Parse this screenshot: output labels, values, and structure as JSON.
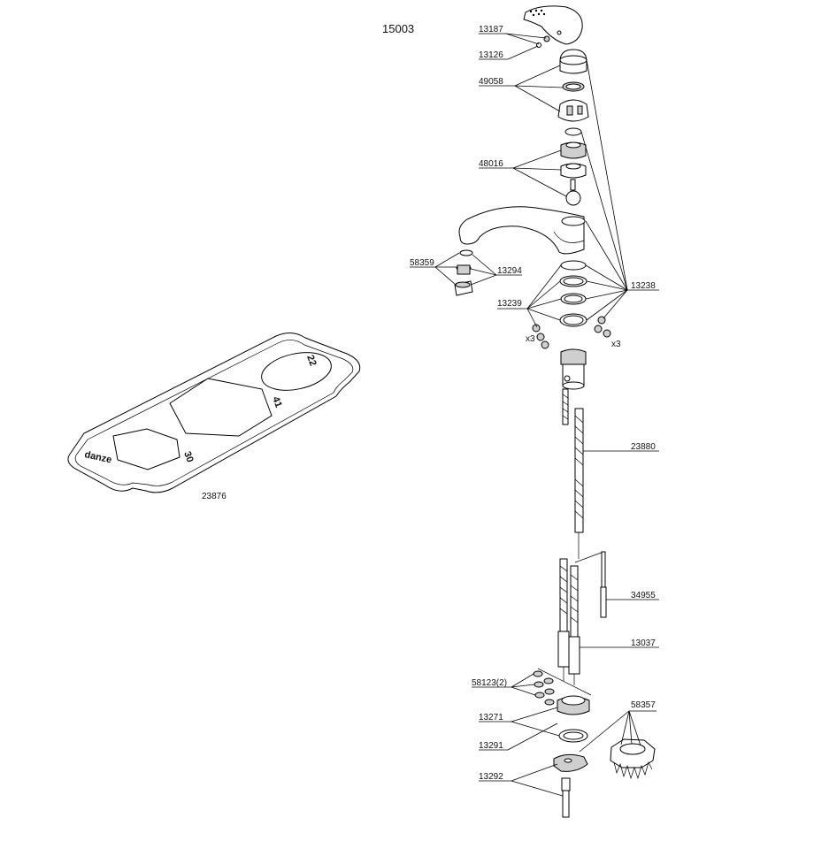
{
  "diagram": {
    "model": "15003",
    "wrench_label": "23876",
    "wrench_sizes": [
      "22",
      "41",
      "30"
    ],
    "wrench_brand": "danze",
    "qty_left": "x3",
    "qty_right": "x3",
    "labels": {
      "p13187": "13187",
      "p13126": "13126",
      "p49058": "49058",
      "p48016": "48016",
      "p58359": "58359",
      "p13294": "13294",
      "p13239": "13239",
      "p13238": "13238",
      "p23880": "23880",
      "p34955": "34955",
      "p13037": "13037",
      "p58123": "58123(2)",
      "p58357": "58357",
      "p13271": "13271",
      "p13291": "13291",
      "p13292": "13292"
    }
  }
}
